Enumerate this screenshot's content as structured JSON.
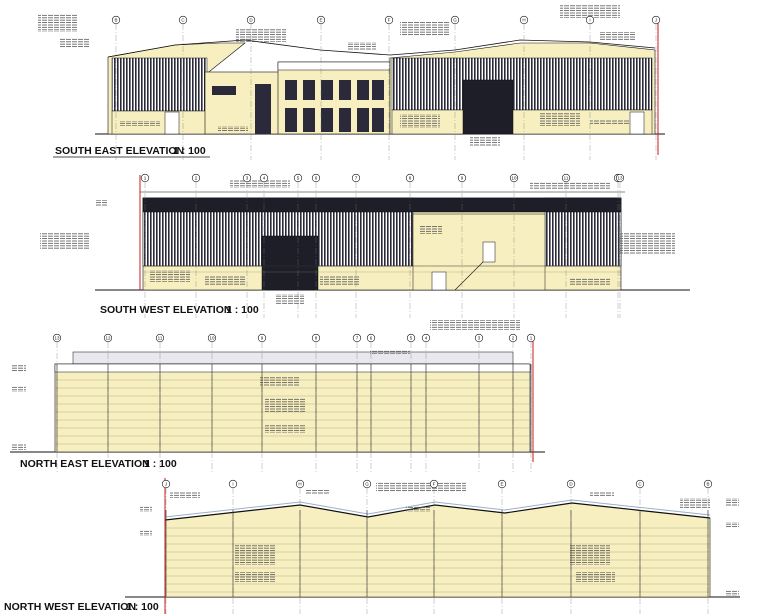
{
  "elevations": {
    "south_east": {
      "title": "SOUTH EAST ELEVATION",
      "scale": "1 : 100"
    },
    "south_west": {
      "title": "SOUTH WEST ELEVATION",
      "scale": "1 : 100"
    },
    "north_east": {
      "title": "NORTH EAST ELEVATION",
      "scale": "1 : 100"
    },
    "north_west": {
      "title": "NORTH WEST ELEVATION",
      "scale": "1 : 100"
    }
  },
  "grid_labels": {
    "south_east": [
      "B",
      "C",
      "D",
      "E",
      "F",
      "G",
      "H",
      "I",
      "J"
    ],
    "south_west": [
      "1",
      "2",
      "3",
      "4",
      "5",
      "6",
      "7",
      "8",
      "9",
      "10",
      "11",
      "12",
      "13"
    ],
    "north_east": [
      "13",
      "12",
      "11",
      "10",
      "9",
      "8",
      "7",
      "6",
      "5",
      "4",
      "3",
      "2",
      "1"
    ],
    "north_west": [
      "J",
      "I",
      "H",
      "G",
      "F",
      "E",
      "D",
      "C",
      "B"
    ]
  },
  "colors": {
    "wall_cream": "#f7efc0",
    "cladding_dark": "#2a2a3a",
    "roof_blue": "#d3e3f3",
    "grid_red": "#c81e1e",
    "line": "#1a1a1a"
  }
}
